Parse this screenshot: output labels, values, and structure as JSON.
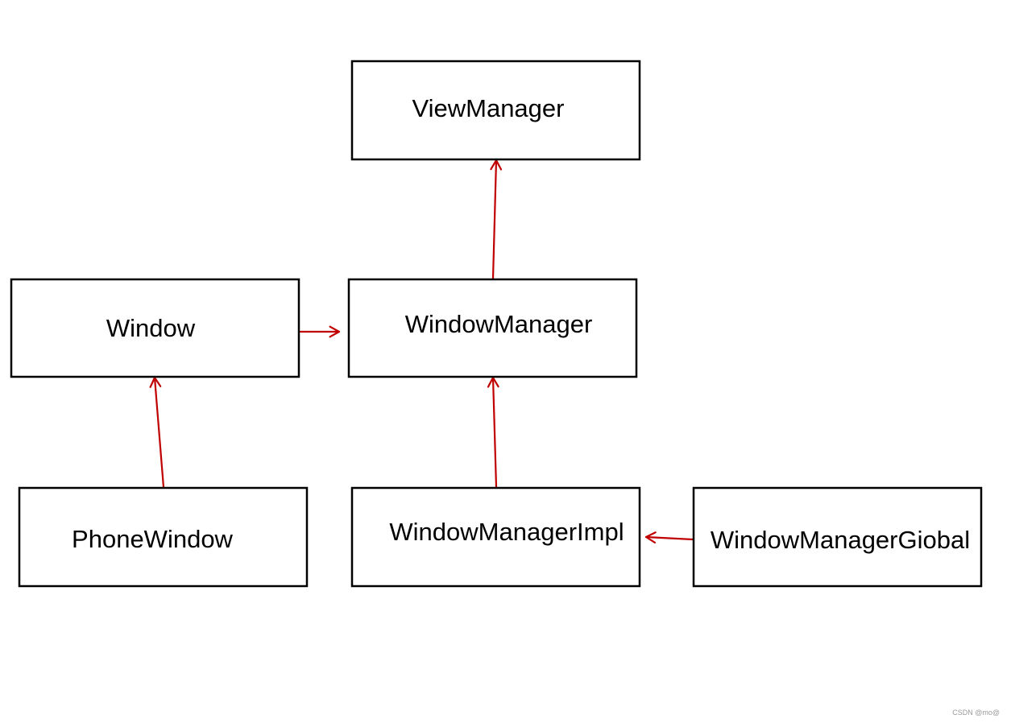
{
  "diagram": {
    "edge_color": "#c00000",
    "nodes": [
      {
        "id": "viewmanager",
        "label": "ViewManager"
      },
      {
        "id": "window",
        "label": "Window"
      },
      {
        "id": "windowmanager",
        "label": "WindowManager"
      },
      {
        "id": "phonewindow",
        "label": "PhoneWindow"
      },
      {
        "id": "windowmanagerimpl",
        "label": "WindowManagerImpl"
      },
      {
        "id": "windowmanagerglobal",
        "label": "WindowManagerGiobal"
      }
    ],
    "edges": [
      {
        "from": "windowmanager",
        "to": "viewmanager"
      },
      {
        "from": "window",
        "to": "windowmanager"
      },
      {
        "from": "phonewindow",
        "to": "window"
      },
      {
        "from": "windowmanagerimpl",
        "to": "windowmanager"
      },
      {
        "from": "windowmanagerglobal",
        "to": "windowmanagerimpl"
      }
    ]
  },
  "watermark": "CSDN @mo@"
}
